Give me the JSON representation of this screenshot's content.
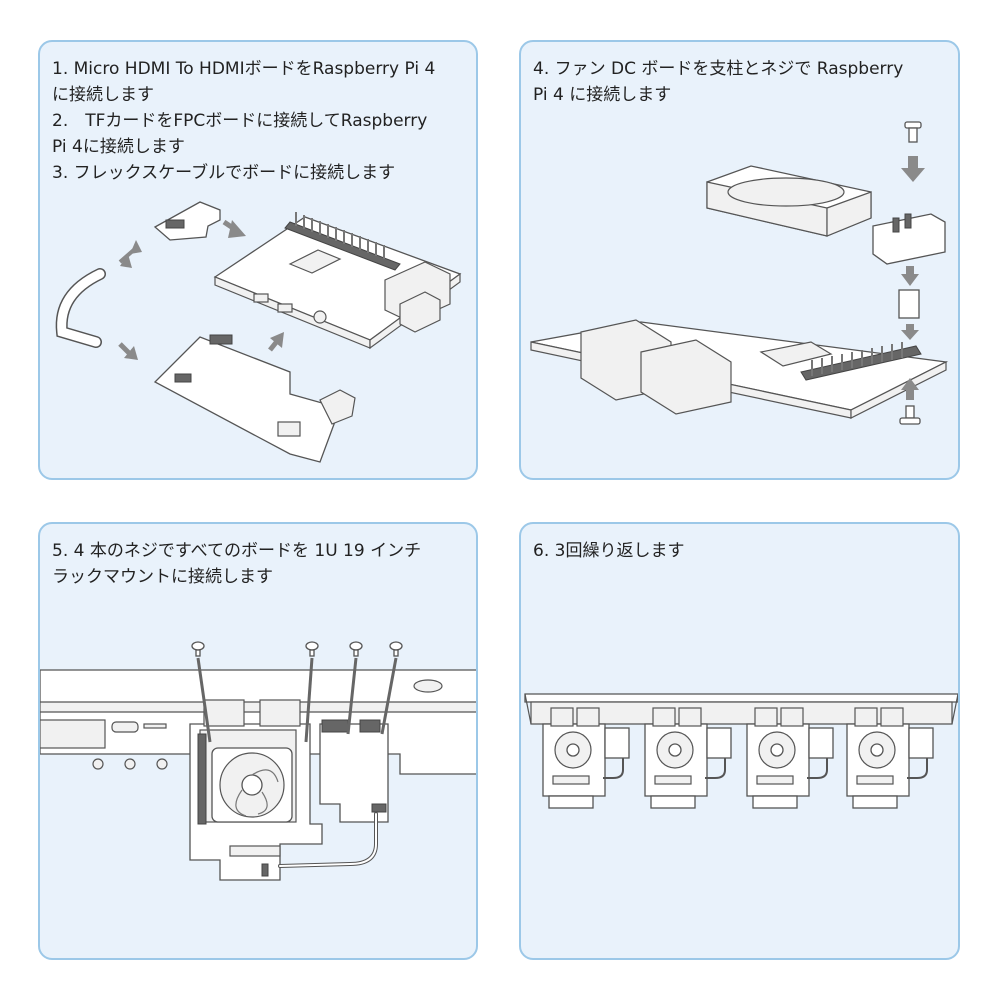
{
  "steps": [
    {
      "id": "step1",
      "lines": [
        "1. Micro HDMI To HDMIボードをRaspberry Pi 4",
        "に接続します",
        "2.　TFカードをFPCボードに接続してRaspberry",
        "Pi 4に接続します",
        "3. フレックスケーブルでボードに接続します"
      ]
    },
    {
      "id": "step4",
      "lines": [
        "4. ファン DC ボードを支柱とネジで Raspberry",
        "Pi 4 に接続します"
      ]
    },
    {
      "id": "step5",
      "lines": [
        "5. 4 本のネジですべてのボードを 1U 19 インチ",
        "ラックマウントに接続します"
      ]
    },
    {
      "id": "step6",
      "lines": [
        "6. 3回繰り返します"
      ]
    }
  ],
  "colors": {
    "panel_bg": "#e9f2fb",
    "panel_border": "#9cc8e8",
    "arrow": "#8a8a8a"
  },
  "icons": {
    "arrow": "arrow-icon",
    "screw": "screw-icon",
    "fan": "fan-icon"
  }
}
